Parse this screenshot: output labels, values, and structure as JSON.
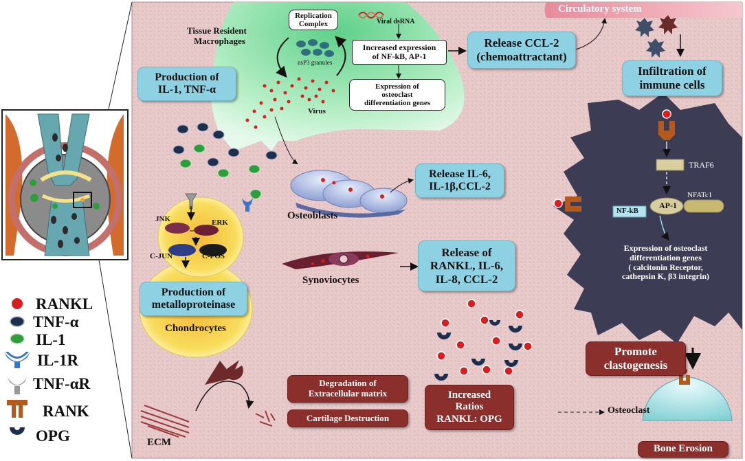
{
  "circulatory": "Circulatory system",
  "macrophages": [
    "Tissue Resident",
    "Macrophages"
  ],
  "replication": [
    "Replication",
    "Complex"
  ],
  "granules": "nsP3 granules",
  "viral_dsrna": "Viral dsRNA",
  "increased_expression": [
    "Increased expression",
    "of NF-kB, AP-1"
  ],
  "expression_genes": [
    "Expression of",
    "osteoclast",
    "differentiation genes"
  ],
  "virus": "Virus",
  "release_ccl2": [
    "Release CCL-2",
    "(chemoattractant)"
  ],
  "infiltration": [
    "Infiltration of",
    "immune cells"
  ],
  "production_il1": [
    "Production of",
    "IL-1, TNF-α"
  ],
  "release_il6": [
    "Release IL-6,",
    "IL-1β,CCL-2"
  ],
  "osteoblasts": "Osteoblasts",
  "jnk": "JNK",
  "erk": "ERK",
  "cjun": "C-JUN",
  "cfos": "C-FOS",
  "release_rankl": [
    "Release of",
    "RANKL, IL-6,",
    "IL-8, CCL-2"
  ],
  "synoviocytes": "Synoviocytes",
  "production_mmp": [
    "Production of",
    "metalloproteinase"
  ],
  "chondrocytes": "Chondrocytes",
  "traf6": "TRAF6",
  "nfkb": "NF-kB",
  "ap1": "AP-1",
  "nfatc1": "NFATc1",
  "osteoclast_genes": [
    "Expression of osteoclast",
    "differentiation genes",
    "( calcitonin Receptor,",
    "cathepsin K, β3 integrin)"
  ],
  "promote": [
    "Promote",
    "clastogenesis"
  ],
  "osteoclast": "Osteoclast",
  "bone_erosion": "Bone Erosion",
  "degradation": [
    "Degradation of",
    "Extracellular matrix"
  ],
  "cartilage": "Cartilage Destruction",
  "ratios": [
    "Increased",
    "Ratios",
    "RANKL: OPG"
  ],
  "ecm": "ECM",
  "legend": [
    {
      "icon": "rankl-icon",
      "label": "RANKL"
    },
    {
      "icon": "tnf-alpha-icon",
      "label": "TNF-α"
    },
    {
      "icon": "il1-icon",
      "label": "IL-1"
    },
    {
      "icon": "il1r-icon",
      "label": "IL-1R"
    },
    {
      "icon": "tnf-alpha-receptor-icon",
      "label": "TNF-αR"
    },
    {
      "icon": "rank-icon",
      "label": "RANK"
    },
    {
      "icon": "opg-icon",
      "label": "OPG"
    }
  ],
  "colors": {
    "background": "#e9cccd",
    "bluebox": "#8ed1e2",
    "redbox": "#8b2f2c",
    "osteoclast_cell": "#3c3c55",
    "macrophage": "#8fe0a8"
  }
}
